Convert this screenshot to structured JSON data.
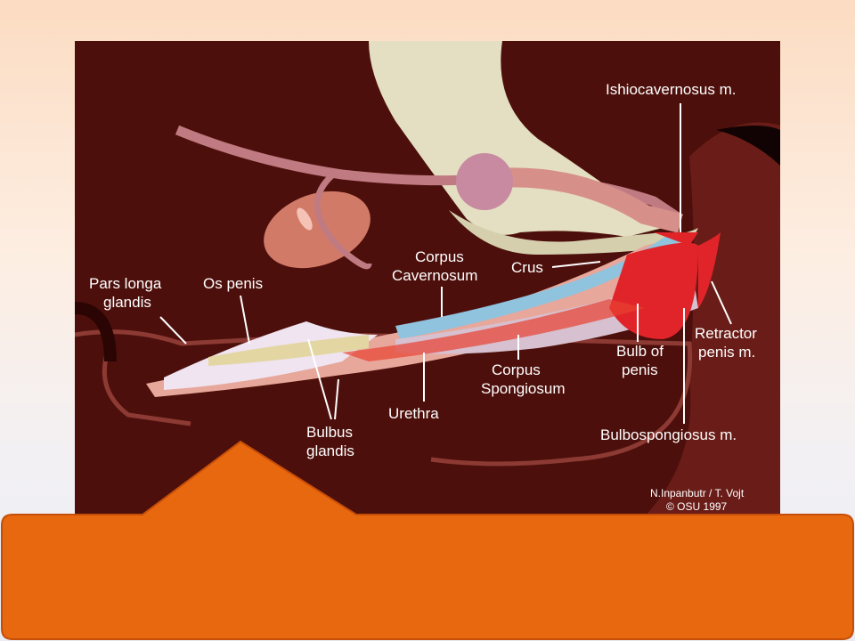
{
  "figure": {
    "labels": {
      "ischiocavernosus": "Ishiocavernosus m.",
      "corpus_cavernosum_1": "Corpus",
      "corpus_cavernosum_2": "Cavernosum",
      "crus": "Crus",
      "pars_longa_1": "Pars longa",
      "pars_longa_2": "glandis",
      "os_penis": "Os penis",
      "retractor_1": "Retractor",
      "retractor_2": "penis m.",
      "bulb_1": "Bulb of",
      "bulb_2": "penis",
      "corpus_spongiosum_1": "Corpus",
      "corpus_spongiosum_2": "Spongiosum",
      "urethra": "Urethra",
      "bulbus_1": "Bulbus",
      "bulbus_2": "glandis",
      "bulbospongiosus": "Bulbospongiosus m."
    },
    "credit_line_1": "N.Inpanbutr / T. Vojt",
    "credit_line_2": "© OSU 1997"
  },
  "callout": {
    "text": ""
  },
  "colors": {
    "background_dark": "#4a0d0a",
    "callout_orange": "#e8680f",
    "callout_border": "#c54e08"
  }
}
